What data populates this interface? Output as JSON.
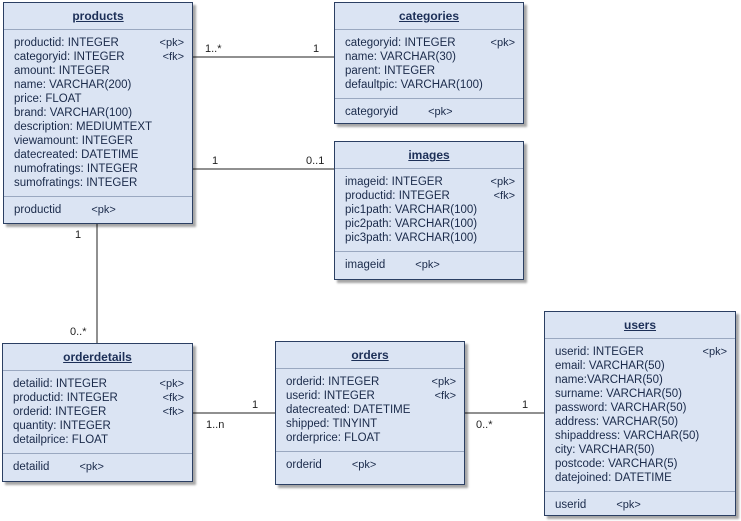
{
  "entities": {
    "products": {
      "name": "products",
      "attrs": [
        {
          "text": "productid: INTEGER",
          "key": "<pk>"
        },
        {
          "text": "categoryid: INTEGER",
          "key": "<fk>"
        },
        {
          "text": "amount: INTEGER",
          "key": ""
        },
        {
          "text": "name: VARCHAR(200)",
          "key": ""
        },
        {
          "text": "price: FLOAT",
          "key": ""
        },
        {
          "text": "brand: VARCHAR(100)",
          "key": ""
        },
        {
          "text": "description: MEDIUMTEXT",
          "key": ""
        },
        {
          "text": "viewamount: INTEGER",
          "key": ""
        },
        {
          "text": "datecreated: DATETIME",
          "key": ""
        },
        {
          "text": "numofratings: INTEGER",
          "key": ""
        },
        {
          "text": "sumofratings: INTEGER",
          "key": ""
        }
      ],
      "footer": {
        "field": "productid",
        "key": "<pk>"
      }
    },
    "categories": {
      "name": "categories",
      "attrs": [
        {
          "text": "categoryid: INTEGER",
          "key": "<pk>"
        },
        {
          "text": "name: VARCHAR(30)",
          "key": ""
        },
        {
          "text": "parent: INTEGER",
          "key": ""
        },
        {
          "text": "defaultpic: VARCHAR(100)",
          "key": ""
        }
      ],
      "footer": {
        "field": "categoryid",
        "key": "<pk>"
      }
    },
    "images": {
      "name": "images",
      "attrs": [
        {
          "text": "imageid: INTEGER",
          "key": "<pk>"
        },
        {
          "text": "productid: INTEGER",
          "key": "<fk>"
        },
        {
          "text": "pic1path: VARCHAR(100)",
          "key": ""
        },
        {
          "text": "pic2path: VARCHAR(100)",
          "key": ""
        },
        {
          "text": "pic3path: VARCHAR(100)",
          "key": ""
        }
      ],
      "footer": {
        "field": "imageid",
        "key": "<pk>"
      }
    },
    "orderdetails": {
      "name": "orderdetails",
      "attrs": [
        {
          "text": "detailid: INTEGER",
          "key": "<pk>"
        },
        {
          "text": "productid: INTEGER",
          "key": "<fk>"
        },
        {
          "text": "orderid: INTEGER",
          "key": "<fk>"
        },
        {
          "text": "quantity: INTEGER",
          "key": ""
        },
        {
          "text": "detailprice: FLOAT",
          "key": ""
        }
      ],
      "footer": {
        "field": "detailid",
        "key": "<pk>"
      }
    },
    "orders": {
      "name": "orders",
      "attrs": [
        {
          "text": "orderid: INTEGER",
          "key": "<pk>"
        },
        {
          "text": "userid: INTEGER",
          "key": "<fk>"
        },
        {
          "text": "datecreated: DATETIME",
          "key": ""
        },
        {
          "text": "shipped: TINYINT",
          "key": ""
        },
        {
          "text": "orderprice: FLOAT",
          "key": ""
        }
      ],
      "footer": {
        "field": "orderid",
        "key": "<pk>"
      }
    },
    "users": {
      "name": "users",
      "attrs": [
        {
          "text": "userid: INTEGER",
          "key": "<pk>"
        },
        {
          "text": "email: VARCHAR(50)",
          "key": ""
        },
        {
          "text": "name:VARCHAR(50)",
          "key": ""
        },
        {
          "text": "surname: VARCHAR(50)",
          "key": ""
        },
        {
          "text": "password: VARCHAR(50)",
          "key": ""
        },
        {
          "text": "address: VARCHAR(50)",
          "key": ""
        },
        {
          "text": "shipaddress: VARCHAR(50)",
          "key": ""
        },
        {
          "text": "city: VARCHAR(50)",
          "key": ""
        },
        {
          "text": "postcode: VARCHAR(5)",
          "key": ""
        },
        {
          "text": "datejoined: DATETIME",
          "key": ""
        }
      ],
      "footer": {
        "field": "userid",
        "key": "<pk>"
      }
    }
  },
  "relationships": {
    "products_categories": {
      "from": "1..*",
      "to": "1"
    },
    "products_images": {
      "from": "1",
      "to": "0..1"
    },
    "products_orderdetails": {
      "from": "1",
      "to": "0..*"
    },
    "orderdetails_orders": {
      "from": "1..n",
      "to": "1"
    },
    "orders_users": {
      "from": "0..*",
      "to": "1"
    }
  }
}
